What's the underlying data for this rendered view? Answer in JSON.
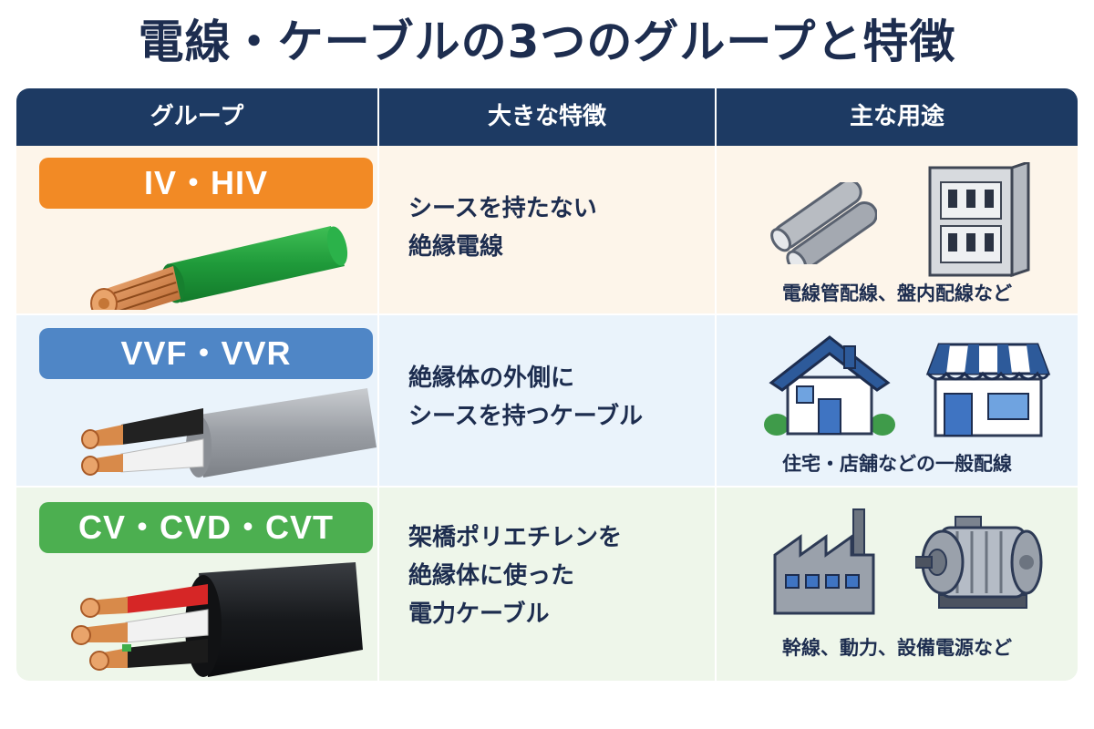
{
  "title": "電線・ケーブルの3つのグループと特徴",
  "colors": {
    "header_bg": "#1d3a63",
    "badge_iv": "#f28a25",
    "badge_vvf": "#4f86c6",
    "badge_cv": "#4caf50"
  },
  "table": {
    "headers": [
      "グループ",
      "大きな特徴",
      "主な用途"
    ],
    "rows": [
      {
        "group": "IV・HIV",
        "feature_lines": [
          "シースを持たない",
          "絶縁電線"
        ],
        "usage": "電線管配線、盤内配線など",
        "icons": [
          "conduit-pipes-icon",
          "distribution-panel-icon"
        ]
      },
      {
        "group": "VVF・VVR",
        "feature_lines": [
          "絶縁体の外側に",
          "シースを持つケーブル"
        ],
        "usage": "住宅・店舗などの一般配線",
        "icons": [
          "house-icon",
          "shop-icon"
        ]
      },
      {
        "group": "CV・CVD・CVT",
        "feature_lines": [
          "架橋ポリエチレンを",
          "絶縁体に使った",
          "電力ケーブル"
        ],
        "usage": "幹線、動力、設備電源など",
        "icons": [
          "factory-icon",
          "motor-icon"
        ]
      }
    ]
  }
}
